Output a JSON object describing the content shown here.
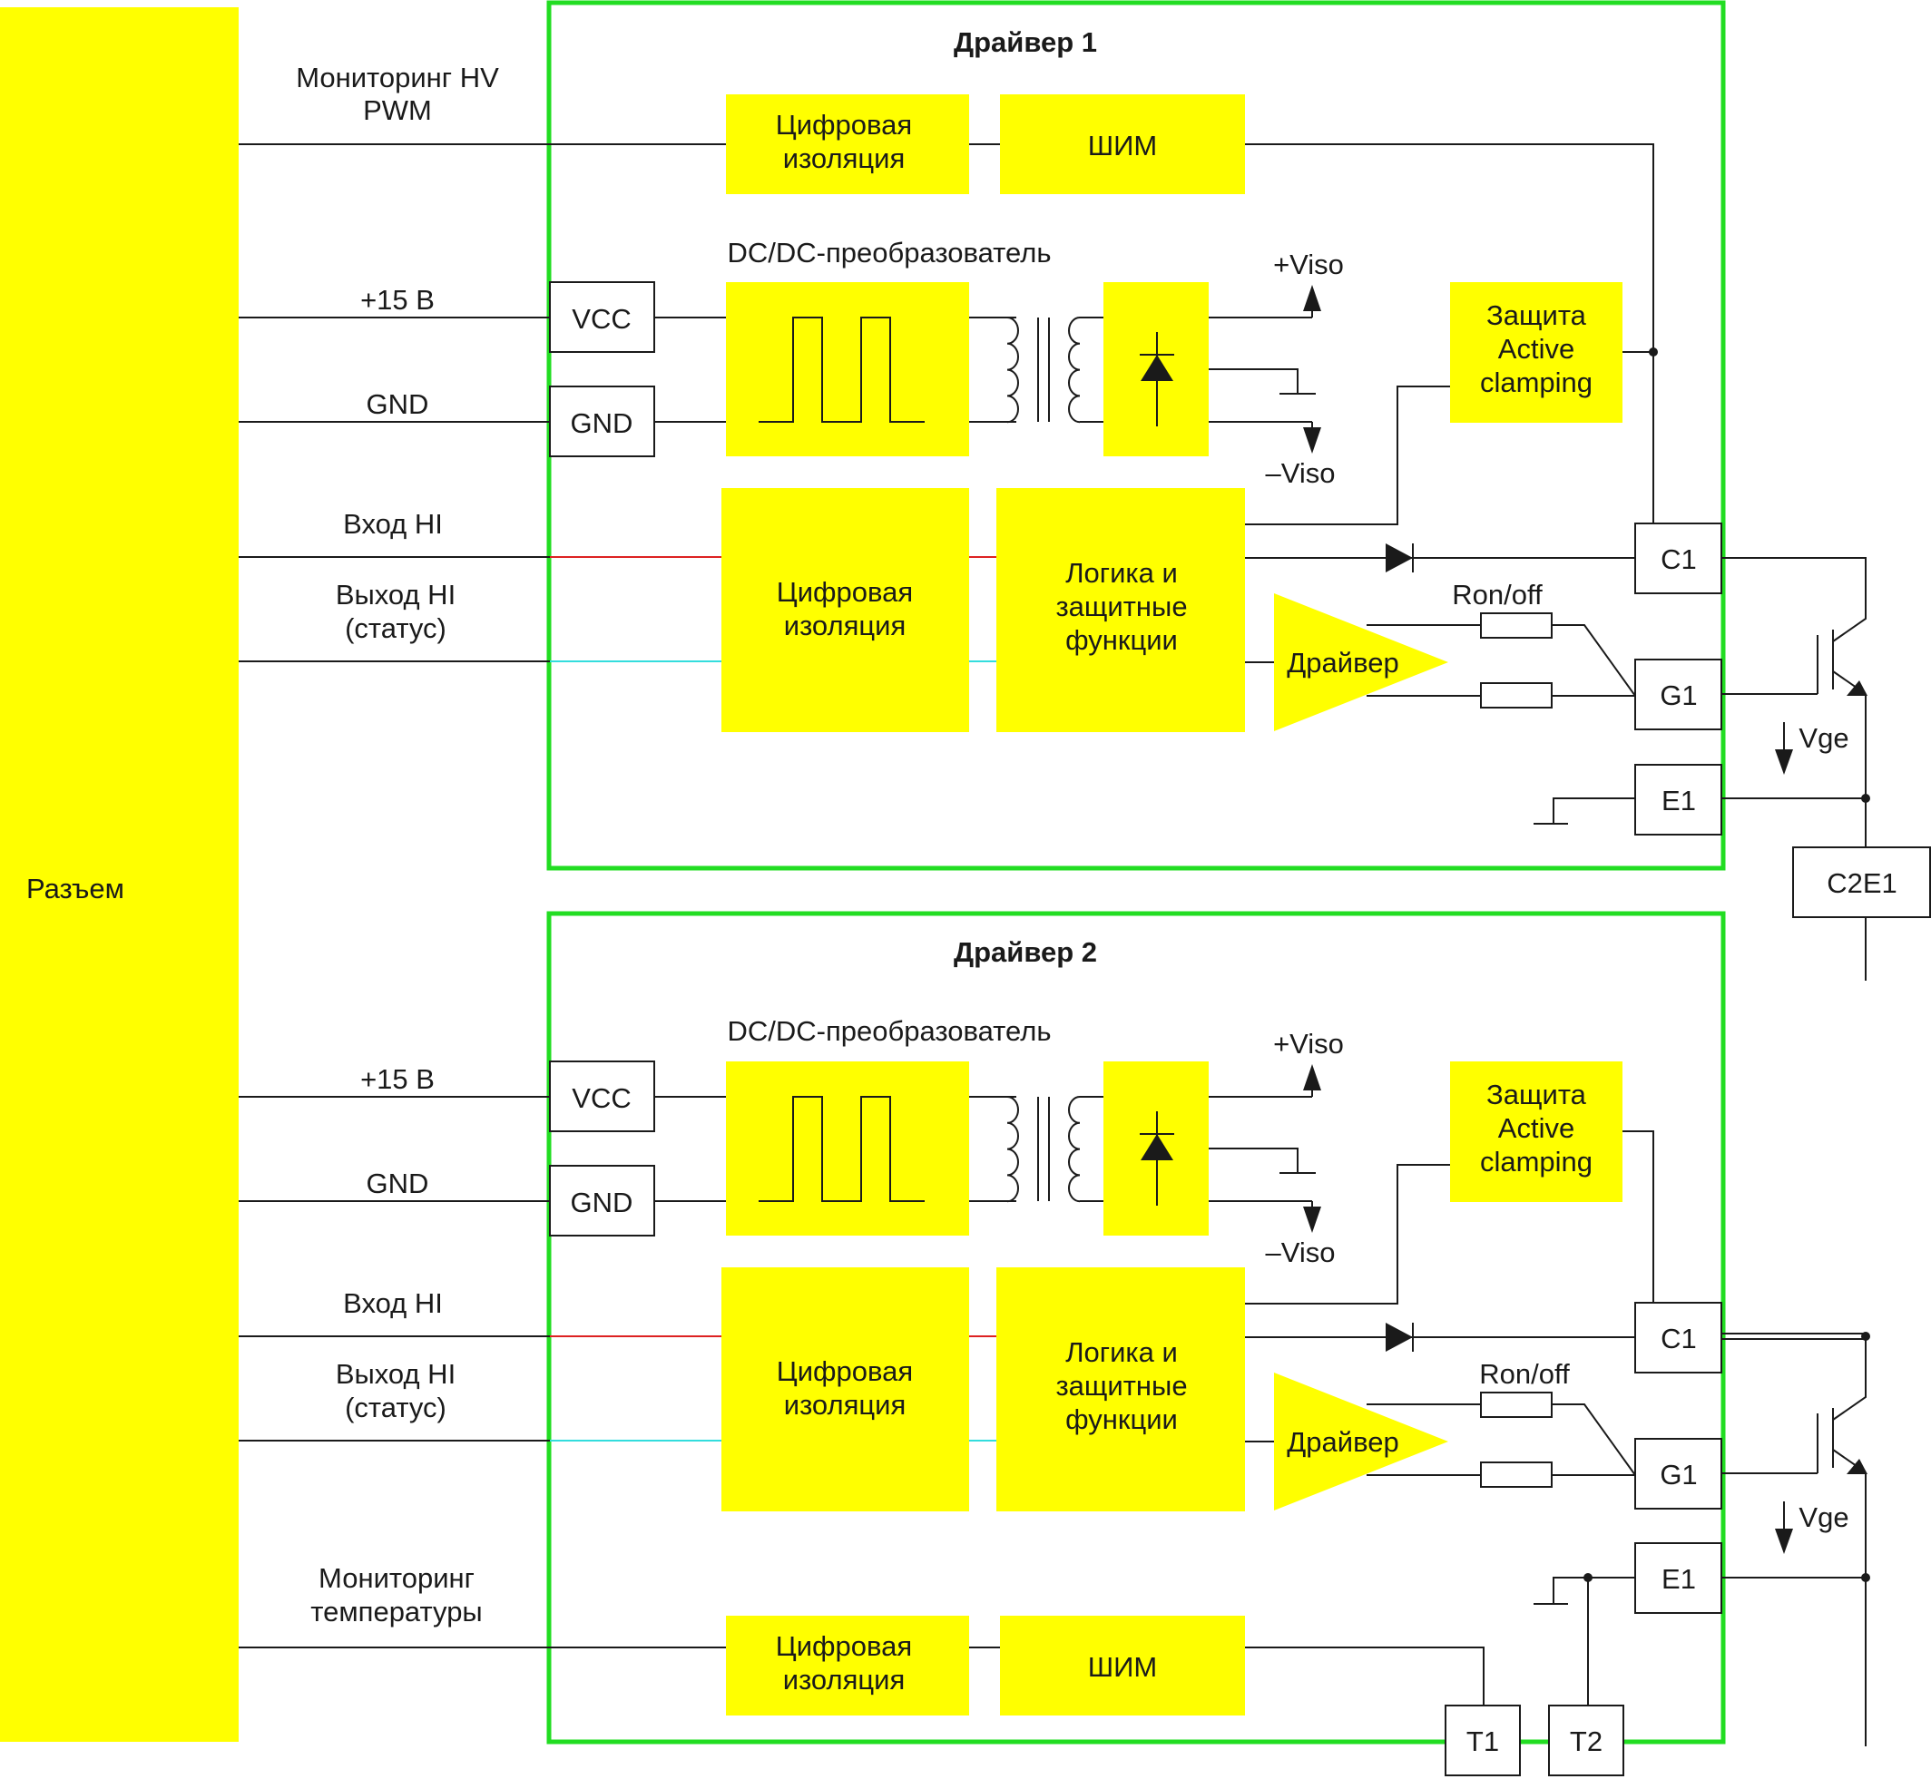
{
  "connector": {
    "label": "Разъем"
  },
  "signals": {
    "monitor_hv": [
      "Мониторинг HV",
      "PWM"
    ],
    "plus15_1": "+15 В",
    "gnd_1": "GND",
    "in_hi_1": "Вход HI",
    "out_hi_1": [
      "Выход HI",
      "(статус)"
    ],
    "plus15_2": "+15 В",
    "gnd_2": "GND",
    "in_hi_2": "Вход HI",
    "out_hi_2": [
      "Выход HI",
      "(статус)"
    ],
    "monitor_temp": [
      "Мониторинг",
      "температуры"
    ]
  },
  "driver1": {
    "title": "Драйвер 1",
    "dig_iso_top": [
      "Цифровая",
      "изоляция"
    ],
    "pwm": "ШИМ",
    "dcdc": "DC/DC-преобразователь",
    "vcc": "VCC",
    "gnd": "GND",
    "viso_plus": "+Viso",
    "viso_minus": "–Viso",
    "active_clamp": [
      "Защита",
      "Active",
      "clamping"
    ],
    "dig_iso": [
      "Цифровая",
      "изоляция"
    ],
    "logic": [
      "Логика и",
      "защитные",
      "функции"
    ],
    "driver": "Драйвер",
    "ron_off": "Ron/off",
    "c1": "C1",
    "g1": "G1",
    "e1": "E1",
    "vge": "Vge"
  },
  "c2e1": "C2E1",
  "driver2": {
    "title": "Драйвер 2",
    "dcdc": "DC/DC-преобразователь",
    "vcc": "VCC",
    "gnd": "GND",
    "viso_plus": "+Viso",
    "viso_minus": "–Viso",
    "active_clamp": [
      "Защита",
      "Active",
      "clamping"
    ],
    "dig_iso": [
      "Цифровая",
      "изоляция"
    ],
    "logic": [
      "Логика и",
      "защитные",
      "функции"
    ],
    "driver": "Драйвер",
    "ron_off": "Ron/off",
    "c1": "C1",
    "g1": "G1",
    "e1": "E1",
    "vge": "Vge",
    "dig_iso_bottom": [
      "Цифровая",
      "изоляция"
    ],
    "pwm": "ШИМ",
    "t1": "T1",
    "t2": "T2"
  },
  "colors": {
    "yellow": "#ffff00",
    "frame_green": "#22dd22",
    "input_line_red": "#dd2222",
    "status_line_cyan": "#33dddd",
    "wire": "#1a1a1a"
  }
}
